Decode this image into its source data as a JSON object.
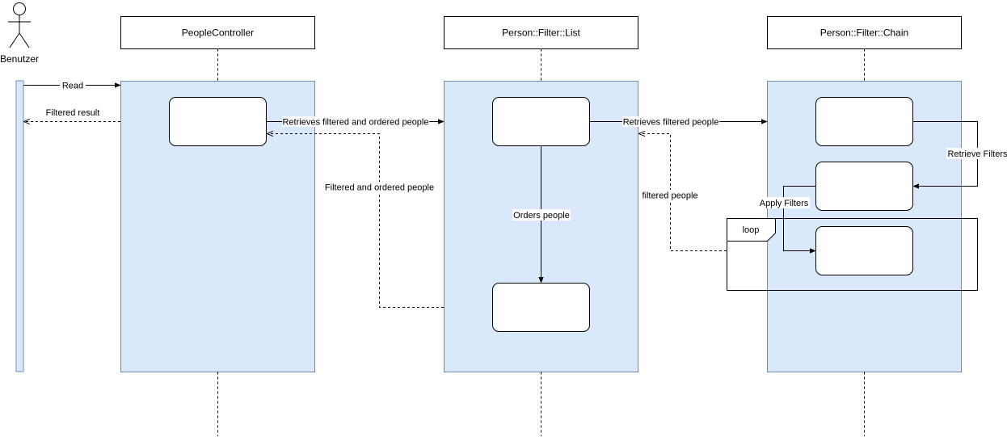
{
  "actor": {
    "label": "Benutzer"
  },
  "lifelines": [
    {
      "title": "PeopleController"
    },
    {
      "title": "Person::Filter::List"
    },
    {
      "title": "Person::Filter::Chain"
    }
  ],
  "messages": {
    "read": "Read",
    "filtered_result": "Filtered result",
    "retrieves_filtered_ordered": "Retrieves filtered and ordered people",
    "filtered_and_ordered": "Filtered and ordered people",
    "orders_people": "Orders people",
    "retrieves_filtered": "Retrieves filtered people",
    "filtered_people": "filtered people",
    "retrieve_filters": "Retrieve Filters",
    "apply_filters": "Apply Filters"
  },
  "loop_frame": {
    "label": "loop"
  },
  "colors": {
    "activation_fill": "#dae8fc",
    "activation_stroke": "#6c8ebf",
    "line": "#000000",
    "background": "#ffffff"
  }
}
